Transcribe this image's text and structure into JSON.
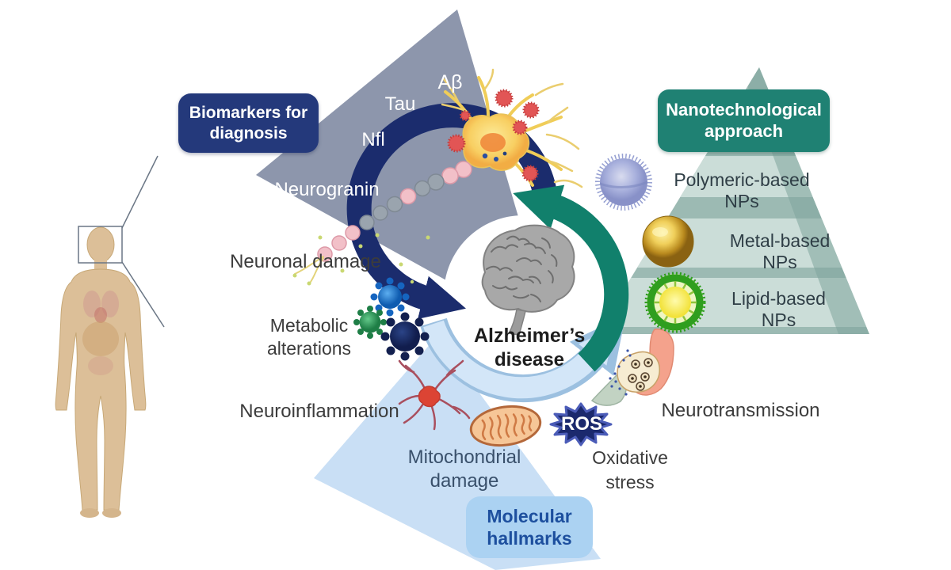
{
  "title": {
    "line1": "Alzheimer’s",
    "line2": "disease"
  },
  "biomarkers": {
    "label": {
      "line1": "Biomarkers for",
      "line2": "diagnosis"
    },
    "markers": [
      "Tau",
      "Aβ",
      "Nfl",
      "Neurogranin"
    ]
  },
  "nanotech": {
    "label": {
      "line1": "Nanotechnological",
      "line2": "approach"
    },
    "nps": [
      {
        "name": "Polymeric-based NPs",
        "icon": "polymeric-np-sphere-icon"
      },
      {
        "name": "Metal-based NPs",
        "icon": "gold-np-sphere-icon"
      },
      {
        "name": "Lipid-based NPs",
        "icon": "lipid-np-sphere-icon"
      }
    ]
  },
  "hallmarks": {
    "box": {
      "line1": "Molecular",
      "line2": "hallmarks"
    },
    "neuronal_damage": "Neuronal damage",
    "metabolic": {
      "line1": "Metabolic",
      "line2": "alterations"
    },
    "neuroinflammation": "Neuroinflammation",
    "mitochondrial": {
      "line1": "Mitochondrial",
      "line2": "damage"
    },
    "ros": "ROS",
    "oxidative": {
      "line1": "Oxidative",
      "line2": "stress"
    },
    "neurotransmission": "Neurotransmission"
  },
  "icons": {
    "center": "brain-icon",
    "biomarkers": [
      "damaged-neuron-icon",
      "amyloid-plaque-icons",
      "axon-bead-chain-icon"
    ],
    "hallmarks": [
      "metabolite-molecule-icons",
      "microglia-icon",
      "mitochondrion-icon",
      "ros-starburst-badge",
      "synapse-icon"
    ],
    "nanotech": [
      "polymeric-np-sphere-icon",
      "gold-np-sphere-icon",
      "lipid-np-sphere-icon"
    ],
    "left": [
      "human-body-figure",
      "head-callout-box"
    ]
  },
  "colors": {
    "biomarker_panel": "#8d96ac",
    "biomarker_box": "#24397b",
    "nanotech_panel": "#9cbab3",
    "nanotech_band": "#cfdfdb",
    "nanotech_box": "#1f8173",
    "hallmark_panel": "#c9dff5",
    "hallmark_box": "#abd2f2",
    "hallmark_text": "#1d4f9e",
    "arrow_navy": "#1b2c6d",
    "arrow_teal": "#11806c",
    "arrow_lightblue": "#d3e6f8",
    "arrow_lightblue_edge": "#9cc0e0",
    "ros_badge": "#1b296d",
    "text_dark": "#3c3c3c",
    "np_text": "#2f3e46",
    "text_light": "#ffffff"
  }
}
